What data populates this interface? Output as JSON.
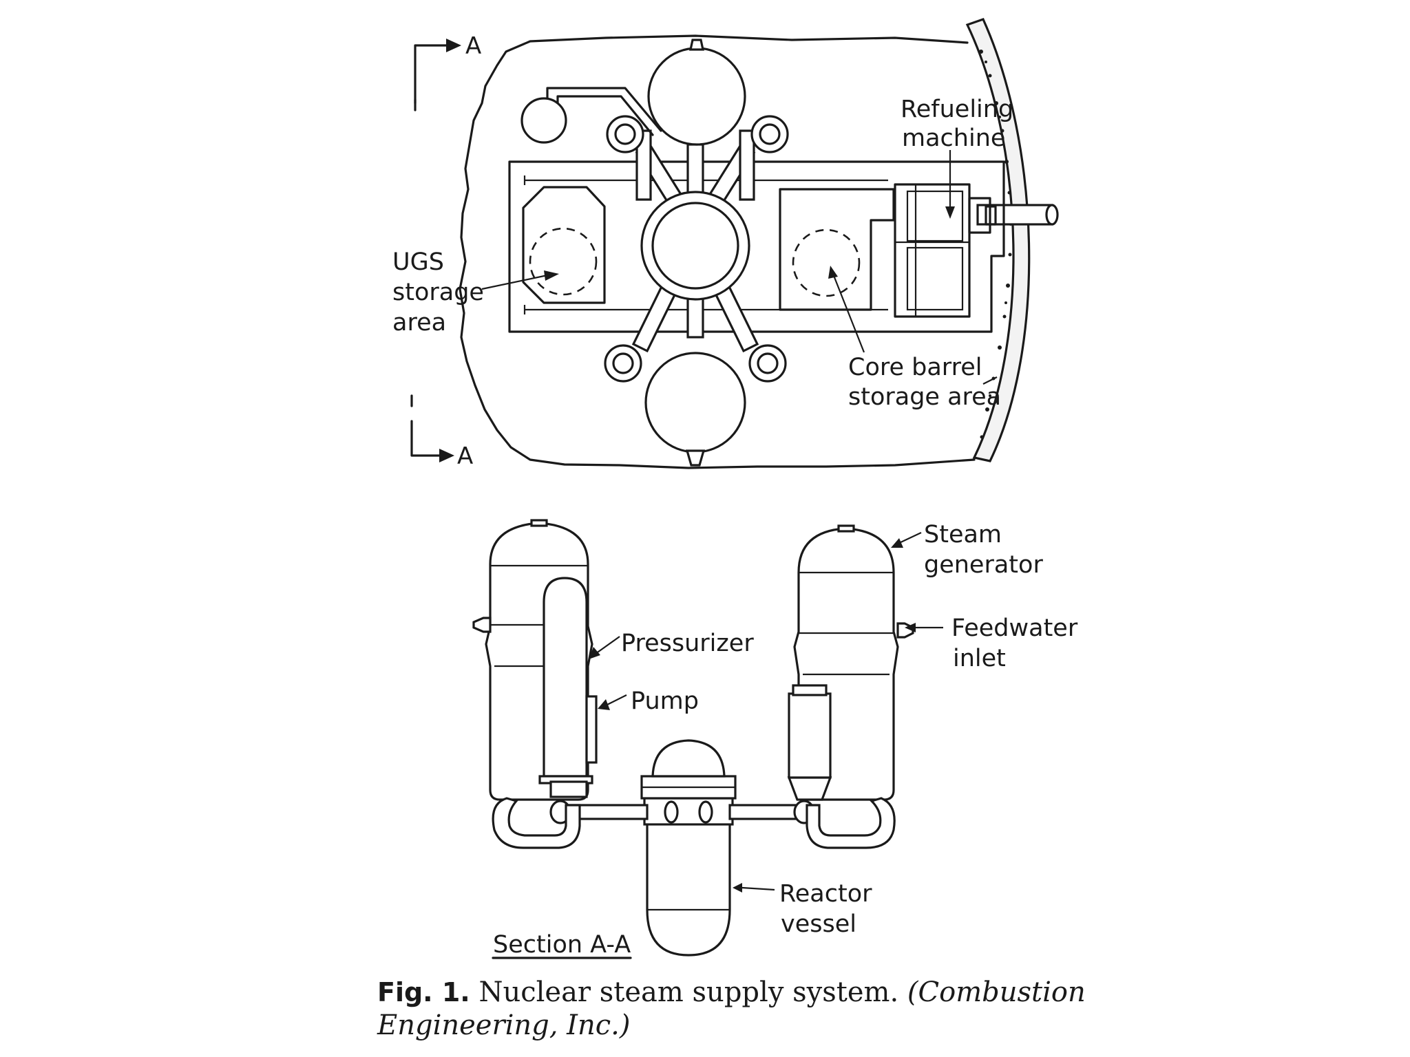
{
  "plan_view": {
    "section_marker_top": "A",
    "section_marker_bottom": "A",
    "labels": {
      "refueling_line1": "Refueling",
      "refueling_line2": "machine",
      "ugs_line1": "UGS",
      "ugs_line2": "storage",
      "ugs_line3": "area",
      "core_line1": "Core barrel",
      "core_line2": "storage area"
    }
  },
  "section_view": {
    "title": "Section A-A",
    "labels": {
      "steam_line1": "Steam",
      "steam_line2": "generator",
      "feedwater_line1": "Feedwater",
      "feedwater_line2": "inlet",
      "pressurizer": "Pressurizer",
      "pump": "Pump",
      "reactor_line1": "Reactor",
      "reactor_line2": "vessel"
    }
  },
  "caption": {
    "fig_label": "Fig. 1.",
    "text": "Nuclear steam supply system.",
    "credit": "(Combustion Engineering, Inc.)"
  }
}
